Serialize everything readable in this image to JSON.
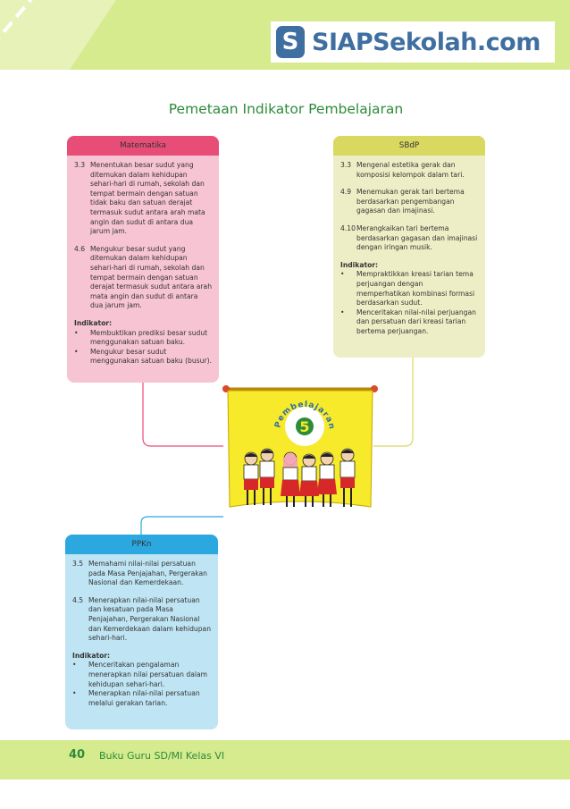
{
  "header": {
    "logo_letter": "S",
    "logo_text": "SIAPSekolah.com"
  },
  "title": "Pemetaan Indikator Pembelajaran",
  "matematika": {
    "heading": "Matematika",
    "kd": [
      {
        "num": "3.3",
        "text": "Menentukan besar sudut yang ditemukan dalam kehidupan sehari-hari di rumah, sekolah dan tempat bermain dengan satuan tidak baku dan satuan derajat termasuk sudut antara arah mata angin dan sudut di antara dua jarum jam."
      },
      {
        "num": "4.6",
        "text": "Mengukur besar sudut yang ditemukan dalam kehidupan sehari-hari di rumah, sekolah dan tempat bermain dengan satuan derajat termasuk sudut antara arah mata angin dan sudut di antara dua jarum jam."
      }
    ],
    "indikator_label": "Indikator:",
    "indikator": [
      "Membuktikan prediksi besar sudut menggunakan satuan baku.",
      "Mengukur besar sudut menggunakan satuan baku (busur)."
    ]
  },
  "sbdp": {
    "heading": "SBdP",
    "kd": [
      {
        "num": "3.3",
        "text": "Mengenal estetika gerak dan komposisi kelompok dalam tari."
      },
      {
        "num": "4.9",
        "text": "Menemukan gerak tari bertema berdasarkan pengembangan gagasan dan imajinasi."
      },
      {
        "num": "4.10",
        "text": "Merangkaikan tari bertema berdasarkan gagasan dan imajinasi dengan iringan musik."
      }
    ],
    "indikator_label": "Indikator:",
    "indikator": [
      "Mempraktikkan kreasi tarian tema perjuangan dengan memperhatikan kombinasi formasi berdasarkan sudut.",
      "Menceritakan nilai-nilai perjuangan dan persatuan dari kreasi tarian bertema perjuangan."
    ]
  },
  "ppkn": {
    "heading": "PPKn",
    "kd": [
      {
        "num": "3.5",
        "text": "Memahami nilai-nilai persatuan pada Masa Penjajahan, Pergerakan Nasional dan Kemerdekaan."
      },
      {
        "num": "4.5",
        "text": "Menerapkan nilai-nilai persatuan dan kesatuan pada Masa Penjajahan, Pergerakan Nasional dan Kemerdekaan dalam kehidupan sehari-hari."
      }
    ],
    "indikator_label": "Indikator:",
    "indikator": [
      "Menceritakan pengalaman menerapkan nilai persatuan dalam kehidupan sehari-hari.",
      "Menerapkan nilai-nilai persatuan melalui gerakan tarian."
    ]
  },
  "banner": {
    "word": "Pembelajaran",
    "number": "5"
  },
  "colors": {
    "matematika": "#e84d78",
    "sbdp": "#d9d860",
    "ppkn": "#2ba8e0",
    "accent_green": "#2e8b3a",
    "band": "#d6ea8e",
    "logo_blue": "#3f6fa0"
  },
  "footer": {
    "page_number": "40",
    "text": "Buku Guru SD/MI Kelas VI"
  }
}
